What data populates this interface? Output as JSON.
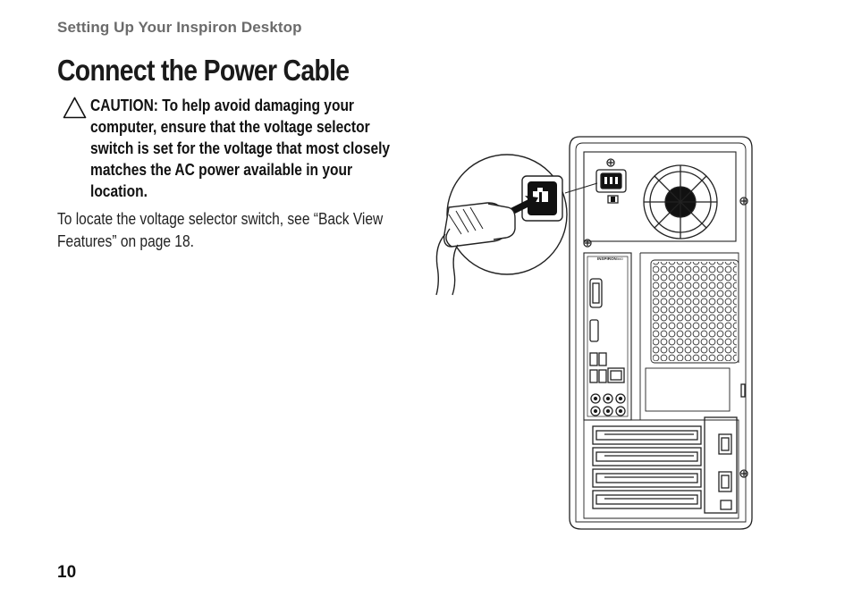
{
  "page": {
    "section_header": "Setting Up Your Inspiron Desktop",
    "title": "Connect the Power Cable",
    "caution": "CAUTION: To help avoid damaging your computer, ensure that the voltage selector switch is set for the voltage that most closely matches the AC power available in your location.",
    "body": "To locate the voltage selector switch, see “Back View Features” on page 18.",
    "page_number": "10"
  },
  "illustration": {
    "brand_label": "INSPIRON",
    "model_label": "560",
    "icons": [
      "caution-icon",
      "power-plug-icon",
      "power-connector-icon"
    ]
  }
}
